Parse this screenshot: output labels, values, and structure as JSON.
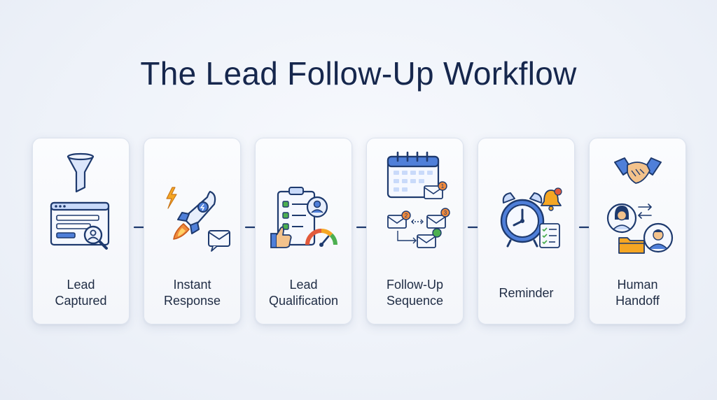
{
  "title": "The Lead Follow-Up Workflow",
  "steps": [
    {
      "line1": "Lead",
      "line2": "Captured",
      "icon": "funnel-browser-icon"
    },
    {
      "line1": "Instant",
      "line2": "Response",
      "icon": "rocket-icon"
    },
    {
      "line1": "Lead",
      "line2": "Qualification",
      "icon": "checklist-gauge-icon"
    },
    {
      "line1": "Follow-Up",
      "line2": "Sequence",
      "icon": "calendar-emails-icon"
    },
    {
      "line1": "Reminder",
      "line2": "",
      "icon": "alarm-clock-icon"
    },
    {
      "line1": "Human",
      "line2": "Handoff",
      "icon": "handshake-icon"
    }
  ],
  "colors": {
    "navy": "#1e3a6e",
    "blue": "#4f7fd9",
    "lightblue": "#c9dafa",
    "orange": "#f08a3c",
    "green": "#4caf50",
    "red": "#e25a3c"
  }
}
